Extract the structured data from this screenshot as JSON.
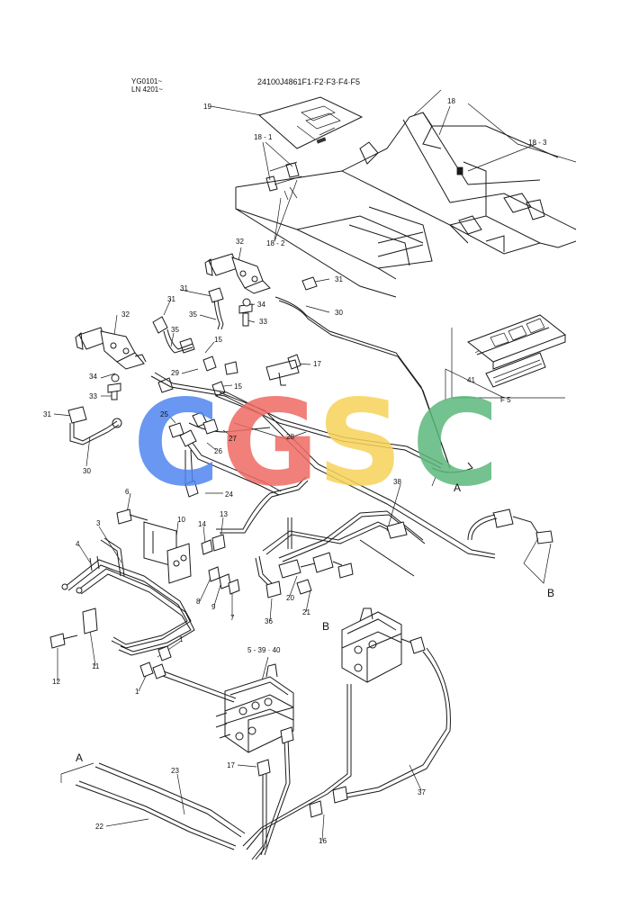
{
  "header": {
    "serial_lines": [
      "YG0101~",
      "LN 4201~"
    ],
    "part_code": "24100J4861F1·F2·F3·F4·F5"
  },
  "watermark": {
    "letters": [
      "C",
      "G",
      "S",
      "C"
    ],
    "colors": [
      "#4f86f0",
      "#ef6b63",
      "#f7d359",
      "#5cb87d"
    ]
  },
  "part_labels": {
    "p19": "19",
    "p18": "18",
    "p18_3": "18 - 3",
    "p18_1": "18 - 1",
    "p18_2": "18 - 2",
    "p32a": "32",
    "p31a": "31",
    "p31b": "31",
    "p30a": "30",
    "p34a": "34",
    "p33a": "33",
    "p35a": "35",
    "p31c": "31",
    "p32b": "32",
    "p35b": "35",
    "p15a": "15",
    "p17a": "17",
    "p29": "29",
    "p15b": "15",
    "p34b": "34",
    "p33b": "33",
    "p31d": "31",
    "p30b": "30",
    "p25": "25",
    "p27": "27",
    "p26": "26",
    "p28": "28",
    "p24": "24",
    "p41": "41",
    "pF5": "F 5",
    "p38": "38",
    "p6": "6",
    "p10": "10",
    "p14": "14",
    "p13": "13",
    "p3": "3",
    "p4": "4",
    "p8": "8",
    "p9": "9",
    "p7": "7",
    "p20": "20",
    "p21": "21",
    "p36": "36",
    "p11": "11",
    "p12": "12",
    "p1a": "1",
    "p1b": "1",
    "p5": "5 - 39 · 40",
    "p17b": "17",
    "p23": "23",
    "p22": "22",
    "p16": "16",
    "p37": "37"
  },
  "callouts": {
    "A_top": "A",
    "B_right": "B",
    "B_mid": "B",
    "A_bottom": "A"
  }
}
